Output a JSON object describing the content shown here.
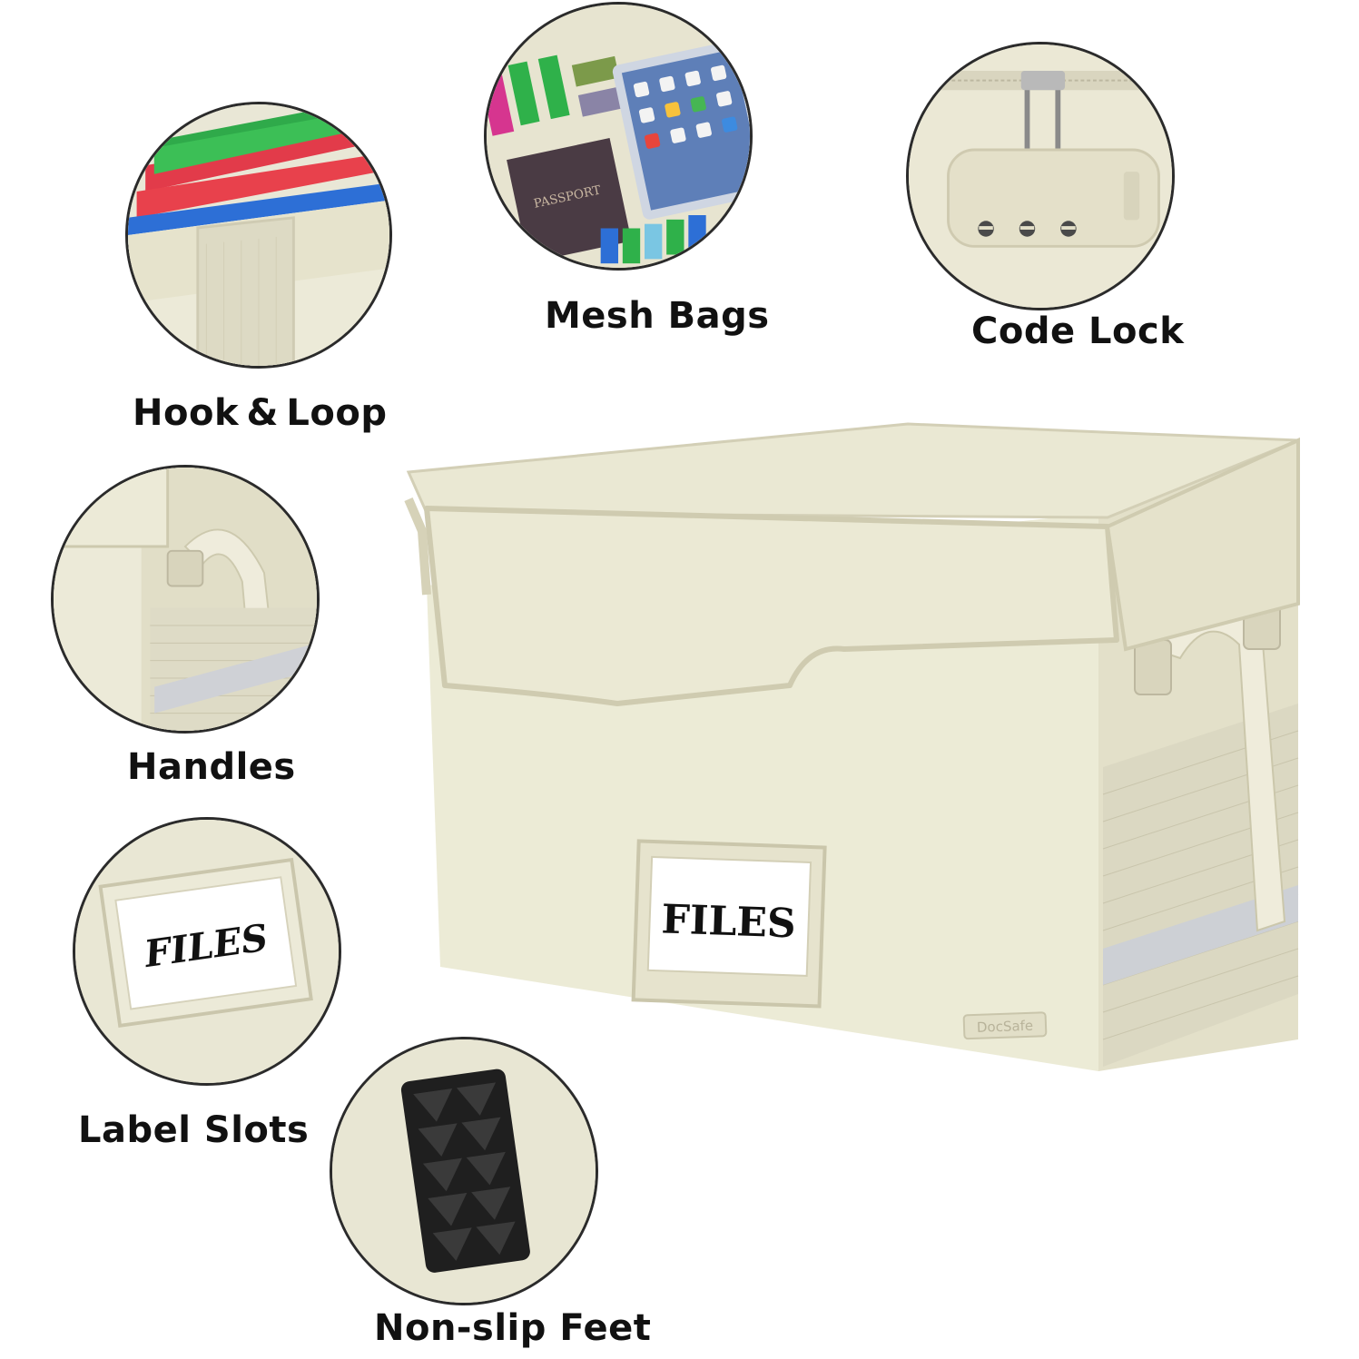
{
  "features": [
    {
      "label": "Hook & Loop",
      "icon": "hook-loop-closeup"
    },
    {
      "label": "Mesh Bags",
      "icon": "mesh-bags-closeup"
    },
    {
      "label": "Code Lock",
      "icon": "code-lock-closeup"
    },
    {
      "label": "Handles",
      "icon": "handles-closeup"
    },
    {
      "label": "Label Slots",
      "icon": "label-slot-closeup"
    },
    {
      "label": "Non-slip Feet",
      "icon": "non-slip-feet-closeup"
    }
  ],
  "product": {
    "front_label": "FILES",
    "brand_tag": "DocSafe",
    "color": "#ecebd6"
  },
  "label_slot_card_text": "FILES",
  "passport_text": "PASSPORT"
}
